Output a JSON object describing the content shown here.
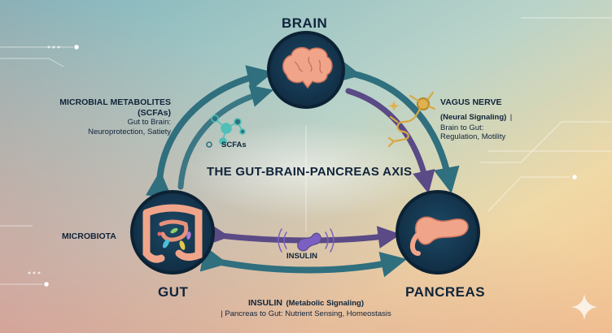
{
  "colors": {
    "node_dark": "#12314a",
    "node_ring": "#0c2234",
    "arrow_teal": "#2f6f7e",
    "arrow_purple": "#5a4a86",
    "organ_pink": "#f0a58a",
    "text": "#10243a"
  },
  "title": "THE GUT-BRAIN-PANCREAS AXIS",
  "nodes": {
    "brain": {
      "label": "BRAIN",
      "icon": "brain-icon"
    },
    "gut": {
      "label": "GUT",
      "icon": "intestine-icon",
      "side_label": "MICROBIOTA"
    },
    "pancreas": {
      "label": "PANCREAS",
      "icon": "pancreas-icon"
    }
  },
  "links": {
    "gut_brain": {
      "heading": "MICROBIAL METABOLITES",
      "subheading": "(SCFAs)",
      "line1": "Gut to Brain:",
      "line2": "Neuroprotection, Satiety",
      "icon": "molecule-icon",
      "icon_label": "SCFAs"
    },
    "brain_pancreas": {
      "heading": "VAGUS NERVE",
      "subheading": "(Neural Signaling)",
      "sep": "|",
      "line1": "Brain to Gut:",
      "line2": "Regulation, Motility",
      "icon": "neuron-icon"
    },
    "gut_pancreas": {
      "icon": "insulin-molecule-icon",
      "icon_label": "INSULIN",
      "heading": "INSULIN",
      "heading_suffix": "(Metabolic Signaling)",
      "line1": "| Pancreas to Gut: Nutrient Sensing, Homeostasis"
    }
  }
}
